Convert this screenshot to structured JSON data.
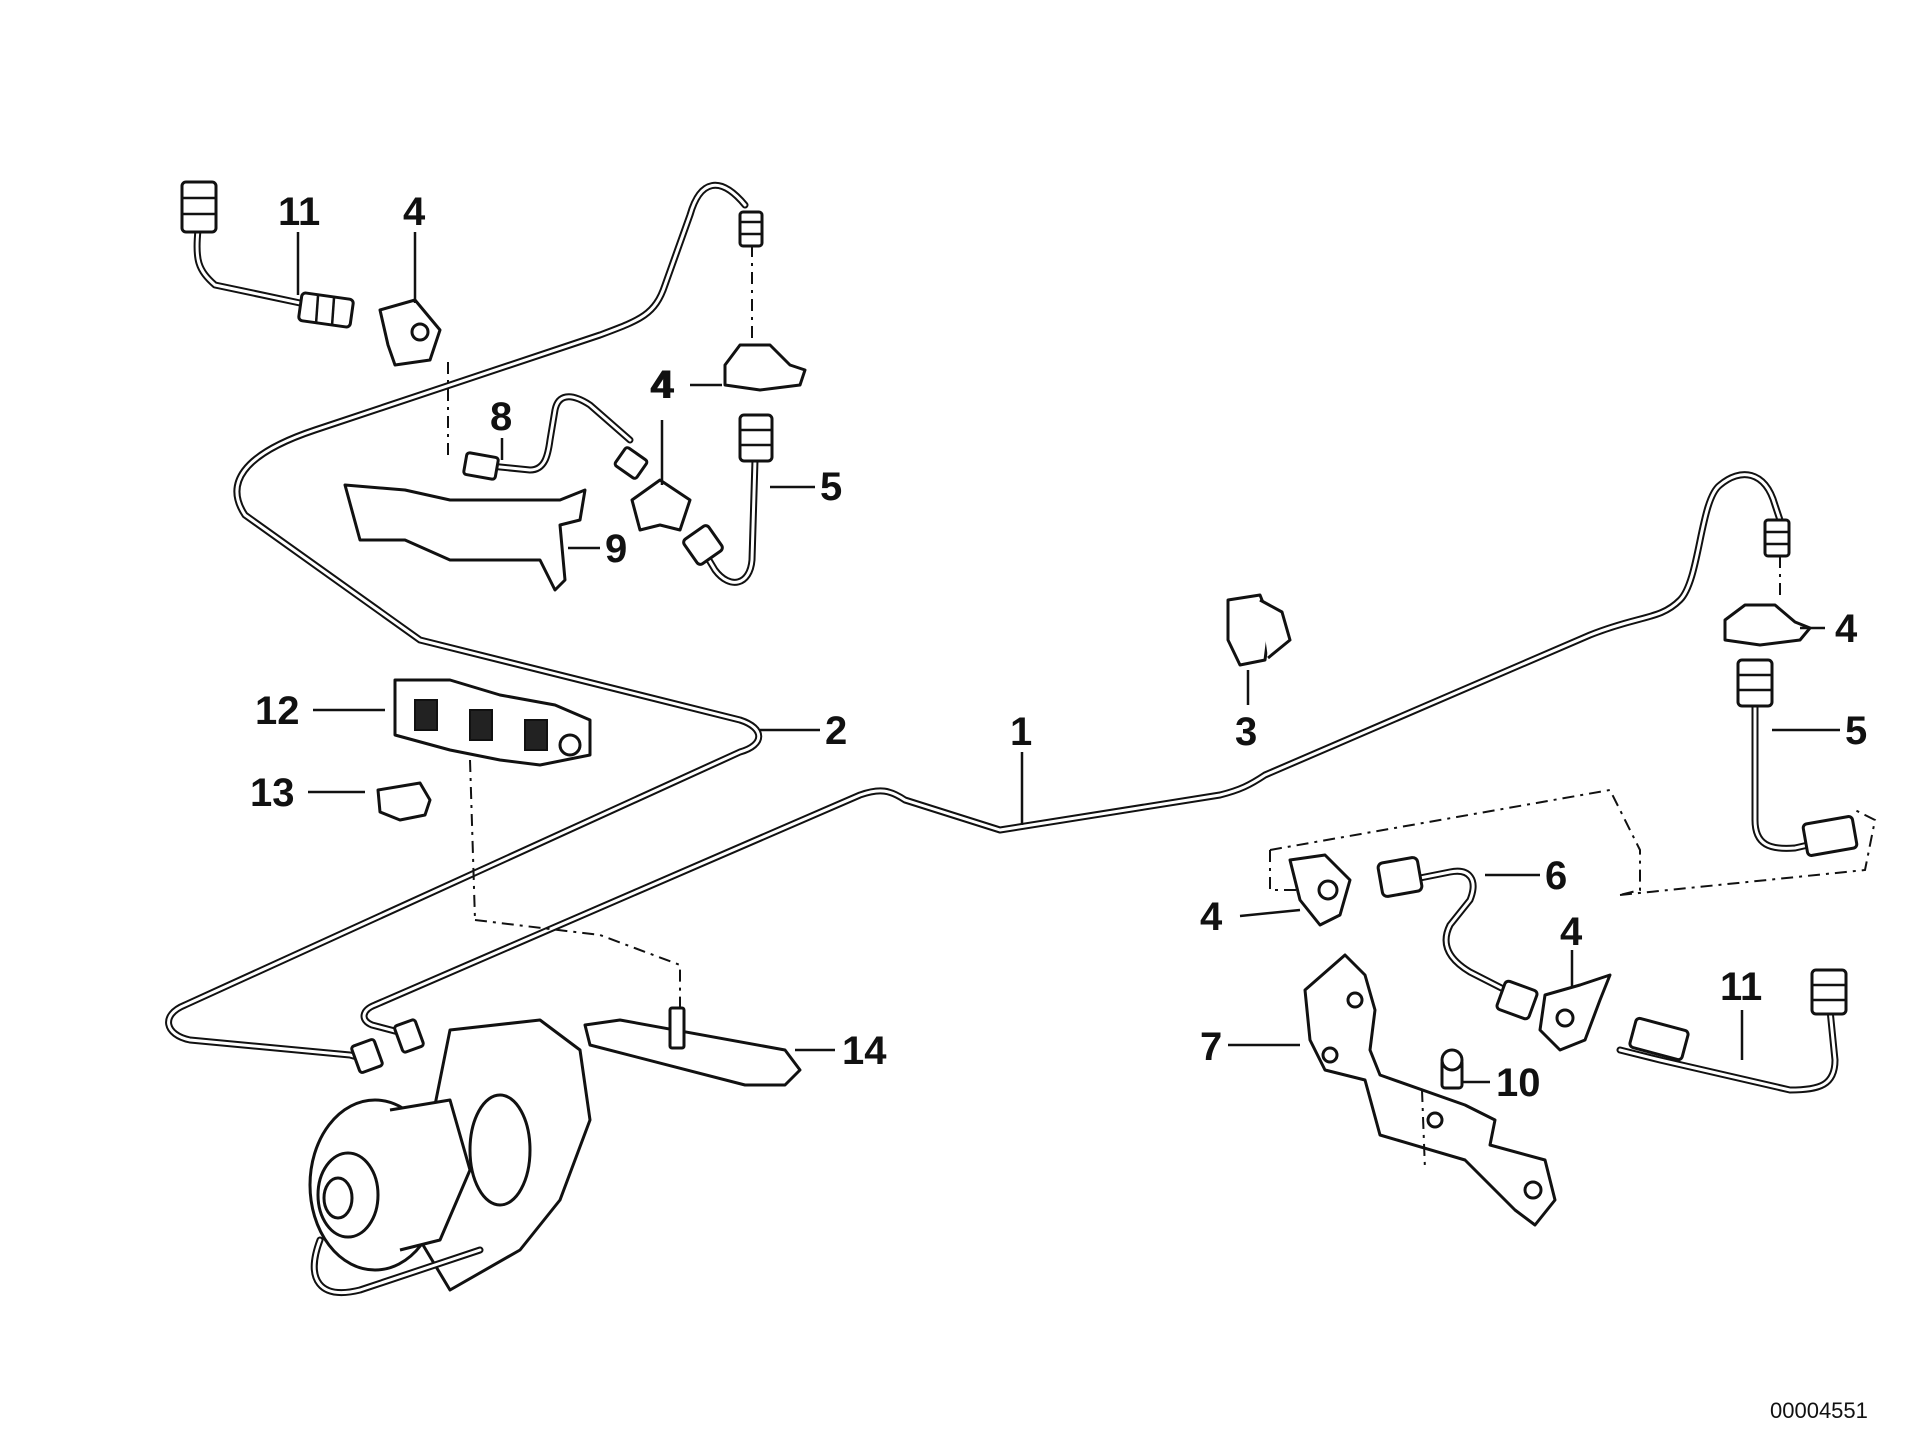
{
  "callouts": [
    {
      "id": "c11a",
      "text": "11"
    },
    {
      "id": "c4a",
      "text": "4"
    },
    {
      "id": "c4b",
      "text": "4"
    },
    {
      "id": "c8",
      "text": "8"
    },
    {
      "id": "c4c",
      "text": "4"
    },
    {
      "id": "c5a",
      "text": "5"
    },
    {
      "id": "c9",
      "text": "9"
    },
    {
      "id": "c12",
      "text": "12"
    },
    {
      "id": "c2",
      "text": "2"
    },
    {
      "id": "c13",
      "text": "13"
    },
    {
      "id": "c1",
      "text": "1"
    },
    {
      "id": "c3",
      "text": "3"
    },
    {
      "id": "c4d",
      "text": "4"
    },
    {
      "id": "c5b",
      "text": "5"
    },
    {
      "id": "c6",
      "text": "6"
    },
    {
      "id": "c4e",
      "text": "4"
    },
    {
      "id": "c4f",
      "text": "4"
    },
    {
      "id": "c11b",
      "text": "11"
    },
    {
      "id": "c7",
      "text": "7"
    },
    {
      "id": "c10",
      "text": "10"
    },
    {
      "id": "c14",
      "text": "14"
    }
  ],
  "drawing_number": "00004551"
}
